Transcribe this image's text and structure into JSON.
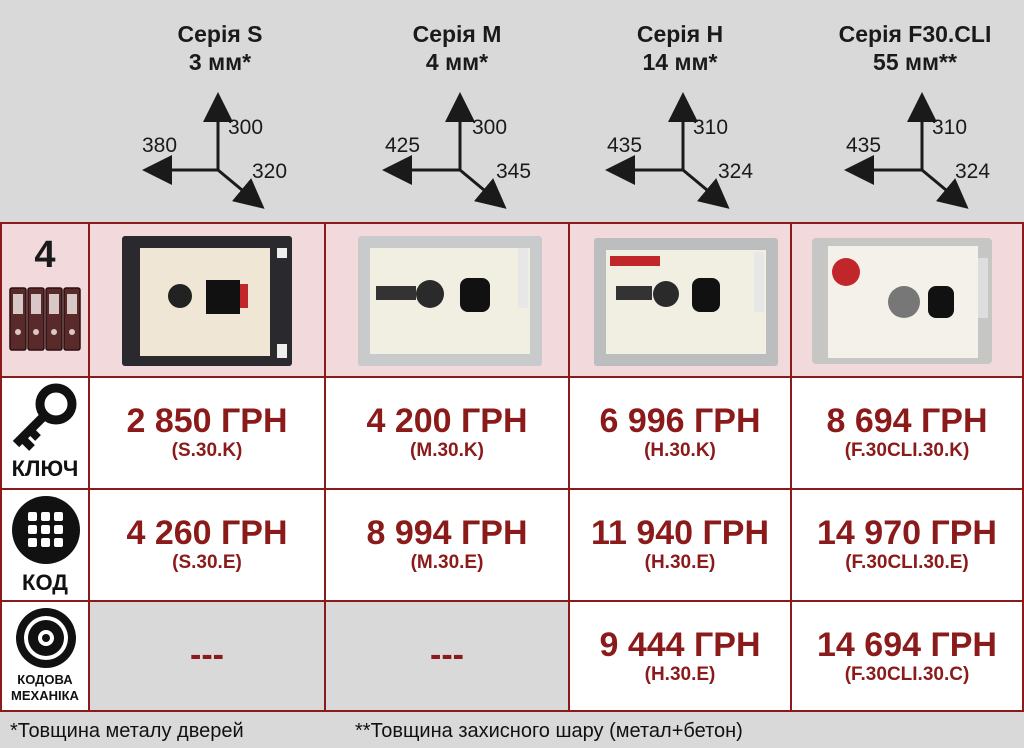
{
  "series": [
    {
      "name": "Серія S",
      "thickness": "3 мм*",
      "dims": [
        "380",
        "300",
        "320"
      ]
    },
    {
      "name": "Серія M",
      "thickness": "4 мм*",
      "dims": [
        "425",
        "300",
        "345"
      ]
    },
    {
      "name": "Серія H",
      "thickness": "14 мм*",
      "dims": [
        "435",
        "310",
        "324"
      ]
    },
    {
      "name": "Серія F30.CLI",
      "thickness": "55 мм**",
      "dims": [
        "435",
        "310",
        "324"
      ]
    }
  ],
  "folders_count": "4",
  "rows": [
    {
      "label": "КЛЮЧ",
      "icon": "key-icon",
      "cells": [
        {
          "price": "2 850 ГРН",
          "code": "(S.30.K)"
        },
        {
          "price": "4 200 ГРН",
          "code": "(M.30.K)"
        },
        {
          "price": "6 996 ГРН",
          "code": "(H.30.K)"
        },
        {
          "price": "8 694 ГРН",
          "code": "(F.30CLI.30.K)"
        }
      ]
    },
    {
      "label": "КОД",
      "icon": "keypad-icon",
      "cells": [
        {
          "price": "4 260 ГРН",
          "code": "(S.30.E)"
        },
        {
          "price": "8 994 ГРН",
          "code": "(M.30.E)"
        },
        {
          "price": "11 940 ГРН",
          "code": "(H.30.E)"
        },
        {
          "price": "14 970 ГРН",
          "code": "(F.30CLI.30.E)"
        }
      ]
    },
    {
      "label": "КОДОВА МЕХАНІКА",
      "icon": "dial-icon",
      "cells": [
        {
          "price": "---",
          "code": ""
        },
        {
          "price": "---",
          "code": ""
        },
        {
          "price": "9 444 ГРН",
          "code": "(H.30.E)"
        },
        {
          "price": "14 694 ГРН",
          "code": "(F.30CLI.30.C)"
        }
      ]
    }
  ],
  "footnotes": [
    "*Товщина металу дверей",
    "**Товщина захисного шару (метал+бетон)"
  ],
  "colors": {
    "accent": "#8b1a1a",
    "pink": "#f2d9dc",
    "grey": "#d9d9d9"
  }
}
